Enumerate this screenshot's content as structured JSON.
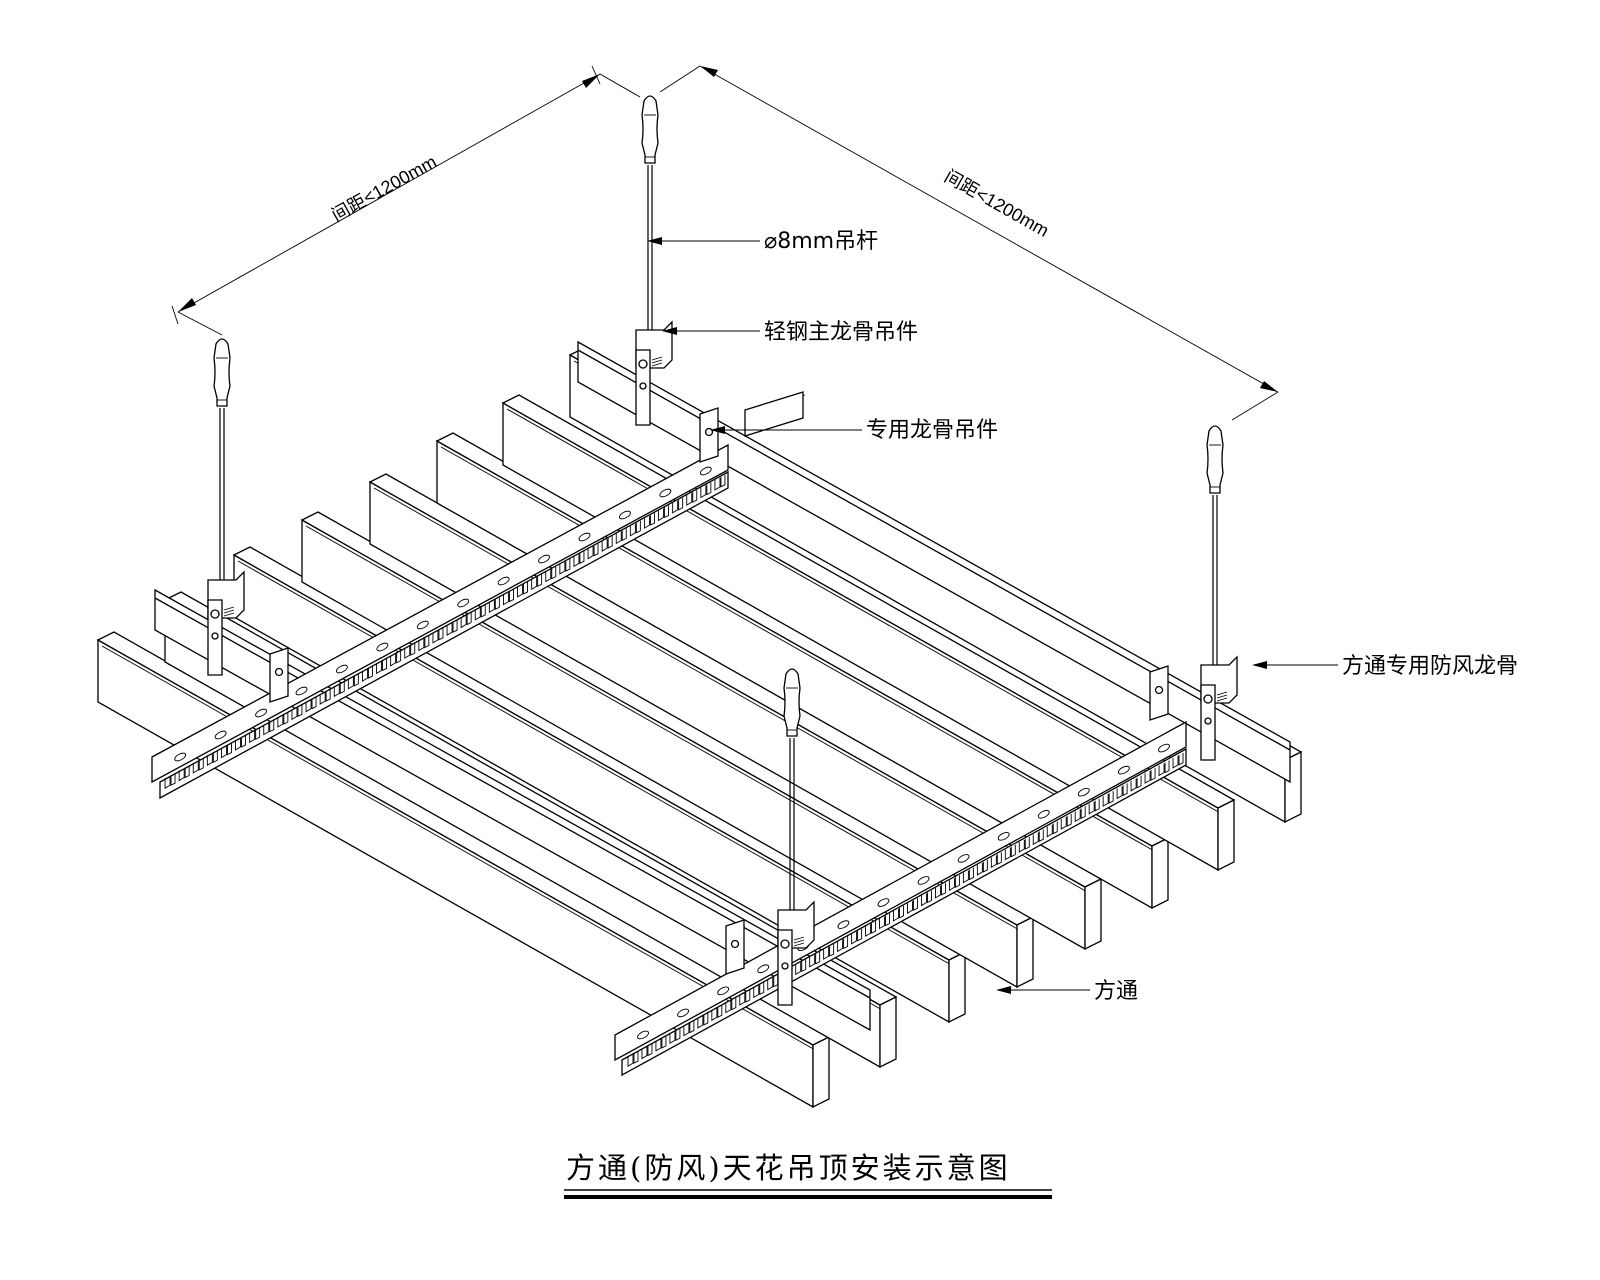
{
  "title": "方通(防风)天花吊顶安装示意图",
  "dimensions": {
    "left_span": "间距<1200mm",
    "right_span": "间距<1200mm"
  },
  "labels": {
    "hanger_rod": "⌀8mm吊杆",
    "main_keel_hanger": "轻钢主龙骨吊件",
    "special_keel_hanger": "专用龙骨吊件",
    "windproof_keel": "方通专用防风龙骨",
    "square_tube": "方通"
  },
  "colors": {
    "line": "#000000",
    "background": "#ffffff"
  }
}
